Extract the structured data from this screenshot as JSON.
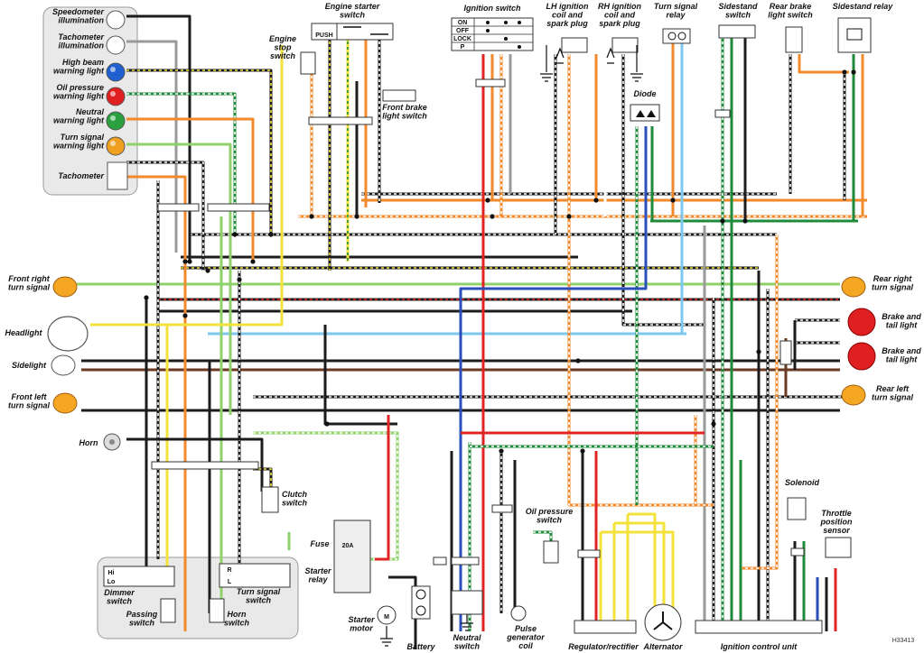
{
  "diagram": {
    "code": "H33413",
    "instruments": [
      {
        "label": [
          "Speedometer",
          "illumination"
        ]
      },
      {
        "label": [
          "Tachometer",
          "illumination"
        ]
      },
      {
        "label": [
          "High beam",
          "warning light"
        ]
      },
      {
        "label": [
          "Oil pressure",
          "warning light"
        ]
      },
      {
        "label": [
          "Neutral",
          "warning light"
        ]
      },
      {
        "label": [
          "Turn signal",
          "warning light"
        ]
      },
      {
        "label": [
          "Tachometer"
        ]
      }
    ],
    "top_components": {
      "engine_starter_switch": [
        "Engine starter",
        "switch"
      ],
      "push": "PUSH",
      "engine_stop_switch": [
        "Engine",
        "stop",
        "switch"
      ],
      "front_brake_switch": [
        "Front brake",
        "light switch"
      ],
      "ignition_switch": "Ignition switch",
      "ignition_positions": [
        "ON",
        "OFF",
        "LOCK",
        "P"
      ],
      "lh_coil": [
        "LH ignition",
        "coil and",
        "spark plug"
      ],
      "rh_coil": [
        "RH ignition",
        "coil and",
        "spark plug"
      ],
      "turn_relay": [
        "Turn signal",
        "relay"
      ],
      "sidestand_switch": [
        "Sidestand",
        "switch"
      ],
      "rear_brake_switch": [
        "Rear brake",
        "light switch"
      ],
      "sidestand_relay": "Sidestand relay",
      "diode": "Diode"
    },
    "left_components": {
      "front_right": [
        "Front right",
        "turn signal"
      ],
      "headlight": "Headlight",
      "sidelight": "Sidelight",
      "front_left": [
        "Front left",
        "turn signal"
      ],
      "horn": "Horn",
      "clutch_switch": [
        "Clutch",
        "switch"
      ],
      "hi": "Hi",
      "lo": "Lo",
      "r": "R",
      "l": "L",
      "dimmer_switch": [
        "Dimmer",
        "switch"
      ],
      "turn_switch": [
        "Turn signal",
        "switch"
      ],
      "passing_switch": [
        "Passing",
        "switch"
      ],
      "horn_switch": [
        "Horn",
        "switch"
      ]
    },
    "right_components": {
      "rear_right": [
        "Rear right",
        "turn signal"
      ],
      "brake_tail_1": [
        "Brake and",
        "tail light"
      ],
      "brake_tail_2": [
        "Brake and",
        "tail light"
      ],
      "rear_left": [
        "Rear left",
        "turn signal"
      ],
      "solenoid": "Solenoid",
      "throttle_sensor": [
        "Throttle",
        "position",
        "sensor"
      ]
    },
    "bottom_components": {
      "fuse": "Fuse",
      "fuse_rating": "20A",
      "starter_relay": [
        "Starter",
        "relay"
      ],
      "starter_motor": [
        "Starter",
        "motor"
      ],
      "motor_symbol": "M",
      "battery": "Battery",
      "neutral_switch": [
        "Neutral",
        "switch"
      ],
      "pulse_coil": [
        "Pulse",
        "generator",
        "coil"
      ],
      "oil_switch": [
        "Oil pressure",
        "switch"
      ],
      "regulator": "Regulator/rectifier",
      "alternator": "Alternator",
      "icu": "Ignition control unit"
    },
    "colors": {
      "black": "#1c1c1c",
      "orange": "#f08a2c",
      "green": "#1f8a3a",
      "lightgreen": "#8fd16a",
      "yellow": "#f2e23a",
      "red": "#e02424",
      "blue": "#2a4fb8",
      "lightblue": "#7ec8f0",
      "brown": "#6a3a22",
      "gray": "#9a9a9a",
      "white": "#ffffff",
      "panel": "#e9e9e9",
      "bulb_blue": "#1f5fd0",
      "bulb_red": "#e02020",
      "bulb_green": "#2aa040",
      "bulb_amber": "#f0a020",
      "turn_amber": "#f5a623"
    }
  }
}
